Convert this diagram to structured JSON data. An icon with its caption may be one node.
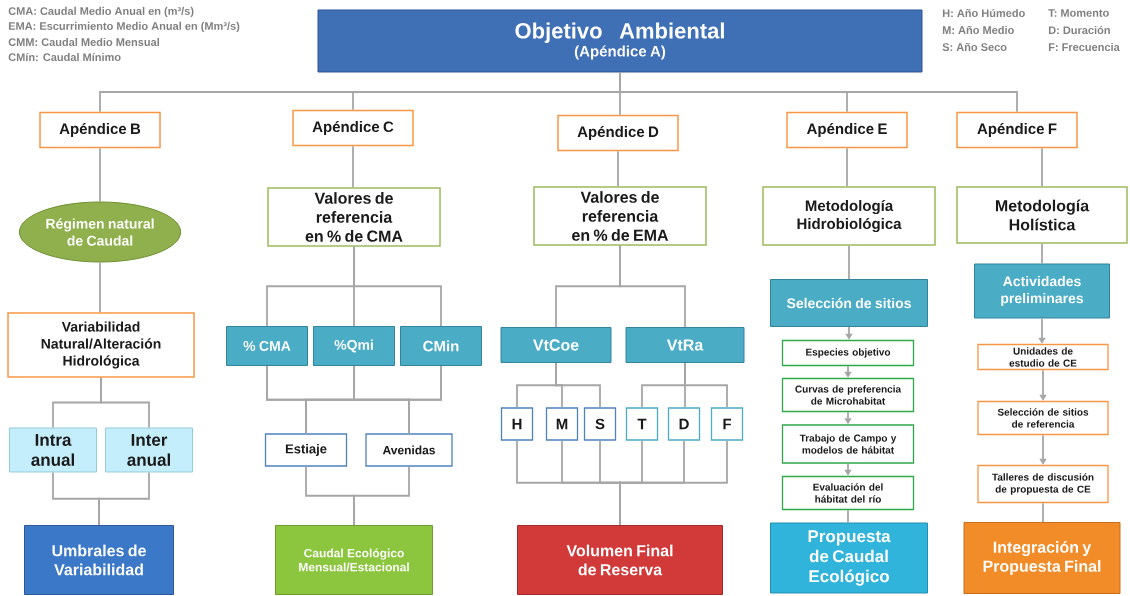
{
  "diagram": {
    "nodes": [
      {
        "text": [
          "Objetivo Ambiental",
          "(Apéndice A)"
        ]
      },
      {
        "text": [
          "Apéndice B"
        ]
      },
      {
        "text": [
          "Apéndice C"
        ]
      },
      {
        "text": [
          "Apéndice D"
        ]
      },
      {
        "text": [
          "Apéndice E"
        ]
      },
      {
        "text": [
          "Apéndice F"
        ]
      },
      {
        "text": [
          "Régimen natural de Caudal"
        ]
      },
      {
        "text": [
          "Variabilidad Natural/Alteración Hidrológica"
        ]
      },
      {
        "text": [
          "Intra anual"
        ]
      },
      {
        "text": [
          "Inter anual"
        ]
      },
      {
        "text": [
          "Umbrales de Variabilidad"
        ]
      },
      {
        "text": [
          "Valores de referencia en % de CMA"
        ]
      },
      {
        "text": [
          "% CMA"
        ]
      },
      {
        "text": [
          "%Qmi"
        ]
      },
      {
        "text": [
          "CMin"
        ]
      },
      {
        "text": [
          "Estiaje"
        ]
      },
      {
        "text": [
          "Avenidas"
        ]
      },
      {
        "text": [
          "Caudal Ecológico Mensual/Estacional"
        ]
      },
      {
        "text": [
          "Valores de referencia en % de EMA"
        ]
      },
      {
        "text": [
          "VtCoe"
        ]
      },
      {
        "text": [
          "VtRa"
        ]
      },
      {
        "text": [
          "H"
        ]
      },
      {
        "text": [
          "M"
        ]
      },
      {
        "text": [
          "S"
        ]
      },
      {
        "text": [
          "T"
        ]
      },
      {
        "text": [
          "D"
        ]
      },
      {
        "text": [
          "F"
        ]
      },
      {
        "text": [
          "Volumen Final de Reserva"
        ]
      },
      {
        "text": [
          "Metodología Hidrobiológica"
        ]
      },
      {
        "text": [
          "Selección de sitios"
        ]
      },
      {
        "text": [
          "Especies objetivo"
        ]
      },
      {
        "text": [
          "Curvas de preferencia de Microhabitat"
        ]
      },
      {
        "text": [
          "Trabajo de Campo y modelos de hábitat"
        ]
      },
      {
        "text": [
          "Evaluación del hábitat del río"
        ]
      },
      {
        "text": [
          "Propuesta de Caudal Ecológico"
        ]
      },
      {
        "text": [
          "Metodología Holística"
        ]
      },
      {
        "text": [
          "Actividades preliminares"
        ]
      },
      {
        "text": [
          "Unidades de estudio de CE"
        ]
      },
      {
        "text": [
          "Selección de sitios de referencia"
        ]
      },
      {
        "text": [
          "Talleres de discusión de propuesta de CE"
        ]
      },
      {
        "text": [
          "Integración y Propuesta Final"
        ]
      }
    ],
    "edges": [
      {
        "from": 0,
        "to": 1,
        "arrow": "none"
      },
      {
        "from": 0,
        "to": 2,
        "arrow": "none"
      },
      {
        "from": 0,
        "to": 3,
        "arrow": "none"
      },
      {
        "from": 0,
        "to": 4,
        "arrow": "none"
      },
      {
        "from": 0,
        "to": 5,
        "arrow": "none"
      },
      {
        "from": 1,
        "to": 6,
        "arrow": "none"
      },
      {
        "from": 6,
        "to": 7,
        "arrow": "none"
      },
      {
        "from": 7,
        "to": 8,
        "arrow": "none"
      },
      {
        "from": 7,
        "to": 9,
        "arrow": "none"
      },
      {
        "from": 8,
        "to": 10,
        "arrow": "none"
      },
      {
        "from": 9,
        "to": 10,
        "arrow": "none"
      },
      {
        "from": 2,
        "to": 11,
        "arrow": "none"
      },
      {
        "from": 11,
        "to": 12,
        "arrow": "none"
      },
      {
        "from": 11,
        "to": 13,
        "arrow": "none"
      },
      {
        "from": 11,
        "to": 14,
        "arrow": "none"
      },
      {
        "from": 12,
        "to": 15,
        "arrow": "none"
      },
      {
        "from": 12,
        "to": 16,
        "arrow": "none"
      },
      {
        "from": 13,
        "to": 15,
        "arrow": "none"
      },
      {
        "from": 13,
        "to": 16,
        "arrow": "none"
      },
      {
        "from": 14,
        "to": 15,
        "arrow": "none"
      },
      {
        "from": 14,
        "to": 16,
        "arrow": "none"
      },
      {
        "from": 15,
        "to": 17,
        "arrow": "none"
      },
      {
        "from": 16,
        "to": 17,
        "arrow": "none"
      },
      {
        "from": 3,
        "to": 18,
        "arrow": "none"
      },
      {
        "from": 18,
        "to": 19,
        "arrow": "none"
      },
      {
        "from": 18,
        "to": 20,
        "arrow": "none"
      },
      {
        "from": 19,
        "to": 21,
        "arrow": "none"
      },
      {
        "from": 19,
        "to": 22,
        "arrow": "none"
      },
      {
        "from": 19,
        "to": 23,
        "arrow": "none"
      },
      {
        "from": 20,
        "to": 24,
        "arrow": "none"
      },
      {
        "from": 20,
        "to": 25,
        "arrow": "none"
      },
      {
        "from": 20,
        "to": 26,
        "arrow": "none"
      },
      {
        "from": 21,
        "to": 27,
        "arrow": "none"
      },
      {
        "from": 22,
        "to": 27,
        "arrow": "none"
      },
      {
        "from": 23,
        "to": 27,
        "arrow": "none"
      },
      {
        "from": 24,
        "to": 27,
        "arrow": "none"
      },
      {
        "from": 25,
        "to": 27,
        "arrow": "none"
      },
      {
        "from": 26,
        "to": 27,
        "arrow": "none"
      },
      {
        "from": 4,
        "to": 28,
        "arrow": "none"
      },
      {
        "from": 28,
        "to": 29,
        "arrow": "none"
      },
      {
        "from": 29,
        "to": 30,
        "arrow": "to"
      },
      {
        "from": 30,
        "to": 31,
        "arrow": "to"
      },
      {
        "from": 31,
        "to": 32,
        "arrow": "to"
      },
      {
        "from": 32,
        "to": 33,
        "arrow": "to"
      },
      {
        "from": 33,
        "to": 34,
        "arrow": "none"
      },
      {
        "from": 5,
        "to": 35,
        "arrow": "none"
      },
      {
        "from": 35,
        "to": 36,
        "arrow": "none"
      },
      {
        "from": 36,
        "to": 37,
        "arrow": "to"
      },
      {
        "from": 37,
        "to": 38,
        "arrow": "to"
      },
      {
        "from": 38,
        "to": 39,
        "arrow": "to"
      },
      {
        "from": 39,
        "to": 40,
        "arrow": "none"
      }
    ],
    "labels": [
      "CMA: Caudal Medio Anual en (m³/s)",
      "EMA: Escurrimiento Medio Anual en (Mm³/s)",
      "CMM: Caudal Medio Mensual",
      "CMín: Caudal Mínimo",
      "H: Año Húmedo",
      "T: Momento",
      "M: Año Medio",
      "D: Duración",
      "S: Año Seco",
      "F: Frecuencia"
    ]
  }
}
